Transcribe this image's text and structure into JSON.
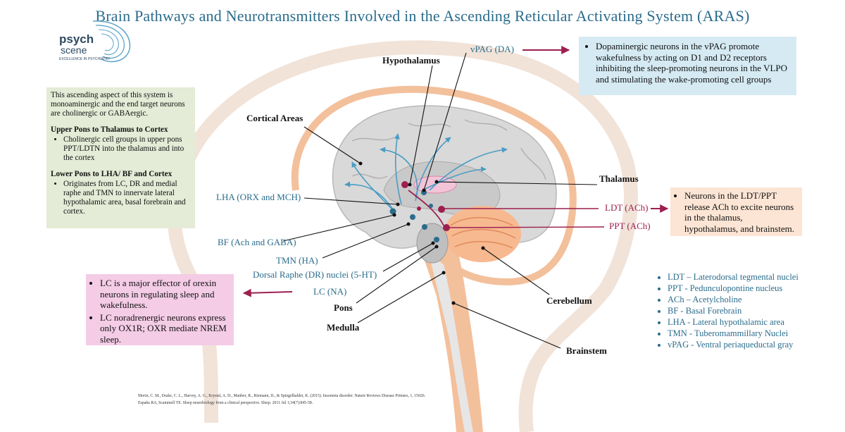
{
  "title": "Brain Pathways and Neurotransmitters Involved in the Ascending Reticular Activating System (ARAS)",
  "logo": {
    "word1": "psych",
    "word2": "scene",
    "tagline": "EXCELLENCE IN PSYCHIATRY"
  },
  "green_box": {
    "intro": "This ascending aspect of this system is monoaminergic and the end target neurons are cholinergic or GABAergic.",
    "heading1": "Upper Pons to Thalamus to Cortex",
    "bullet1": "Cholinergic cell groups in upper pons PPT/LDTN into the thalamus and into the cortex",
    "heading2": "Lower Pons to LHA/ BF and Cortex",
    "bullet2": "Originates from LC, DR and medial raphe and TMN to innervate lateral hypothalamic area, basal forebrain and cortex."
  },
  "blue_box": {
    "bullet": "Dopaminergic neurons in the vPAG promote wakefulness by acting on D1 and D2 receptors inhibiting the sleep-promoting neurons in the VLPO and stimulating the wake-promoting cell groups"
  },
  "orange_box": {
    "bullet": "Neurons in the LDT/PPT release ACh to excite neurons in the thalamus, hypothalamus, and brainstem."
  },
  "pink_box": {
    "bullet1": "LC is a major effector of orexin neurons in regulating sleep and wakefulness.",
    "bullet2": "LC noradrenergic neurons express only OX1R; OXR mediate NREM sleep."
  },
  "labels": {
    "vpag": "vPAG (DA)",
    "hypothalamus": "Hypothalamus",
    "cortical": "Cortical Areas",
    "thalamus": "Thalamus",
    "lha": "LHA (ORX and MCH)",
    "ldt": "LDT (ACh)",
    "ppt": "PPT (ACh)",
    "bf": "BF (Ach and GABA)",
    "tmn": "TMN (HA)",
    "dr": "Dorsal Raphe (DR) nuclei (5-HT)",
    "lc": "LC (NA)",
    "pons": "Pons",
    "medulla": "Medulla",
    "cerebellum": "Cerebellum",
    "brainstem": "Brainstem"
  },
  "legend": [
    "LDT – Laterodorsal tegmental nuclei",
    "PPT - Pedunculopontine nucleus",
    "ACh – Acetylcholine",
    "BF - Basal Forebrain",
    "LHA - Lateral hypothalamic area",
    "TMN - Tuberomammillary Nuclei",
    "vPAG - Ventral periaqueductal gray"
  ],
  "references": [
    "Morin, C. M., Drake, C. L., Harvey, A. G., Krystal, A. D., Manber, R., Riemann, D., & Spiegelhalder, K. (2015). Insomnia disorder. Nature Reviews Disease Primers, 1, 15026.",
    "España RA, Scammell TE. Sleep neurobiology from a clinical perspective. Sleep. 2011 Jul 1;34(7):845-58."
  ],
  "colors": {
    "title": "#2a6c8c",
    "blue_label": "#2a6c8c",
    "red_label": "#9c1f4f",
    "arrow": "#9c1f4f",
    "pathway": "#4a9cc4"
  }
}
